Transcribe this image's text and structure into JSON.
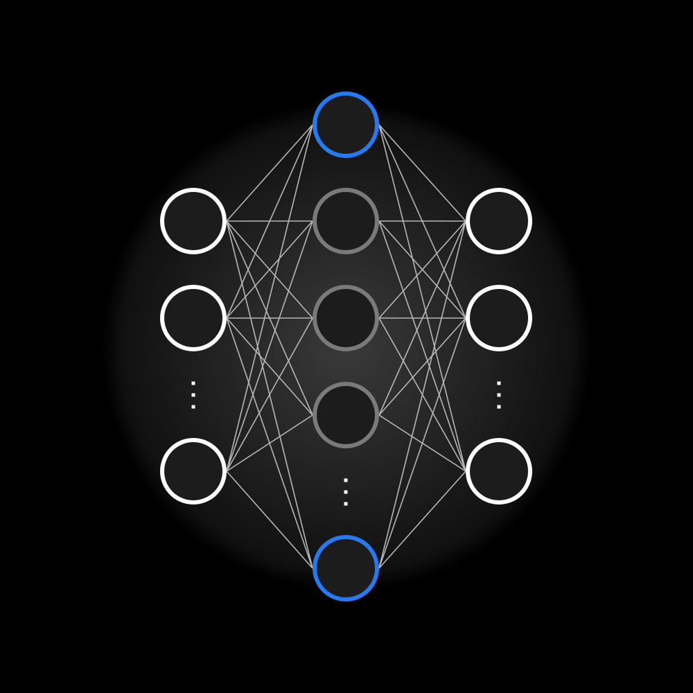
{
  "diagram": {
    "type": "neural-network",
    "layers": [
      {
        "name": "input",
        "visible_nodes": 3,
        "ellipsis_after_index": 1,
        "node_color": "#ffffff"
      },
      {
        "name": "hidden",
        "visible_nodes": 5,
        "ellipsis_after_index": 3,
        "node_color": "#7a7a7a",
        "edge_node_color": "#2779f0"
      },
      {
        "name": "output",
        "visible_nodes": 3,
        "ellipsis_after_index": 1,
        "node_color": "#ffffff"
      }
    ],
    "connectivity": "fully-connected",
    "colors": {
      "background_center": "#3a3a3a",
      "background_outer": "#000000",
      "edge": "#b8b8b8",
      "node_fill": "#1c1c1c",
      "ellipsis": "#ffffff"
    }
  }
}
